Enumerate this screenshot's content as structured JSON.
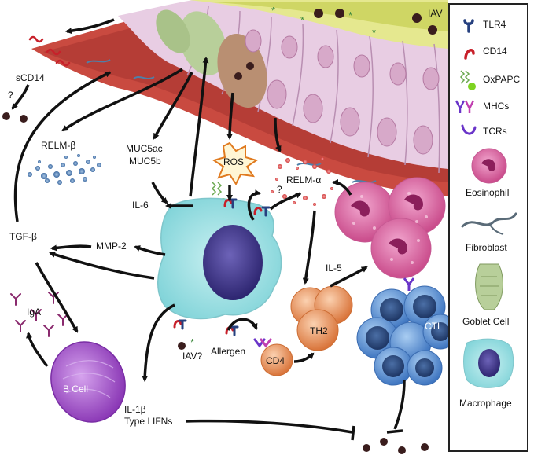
{
  "labels": {
    "iav_top": "IAV",
    "scd14": "sCD14",
    "q1": "?",
    "relm_beta": "RELM-β",
    "muc5ac": "MUC5ac",
    "muc5b": "MUC5b",
    "ros": "ROS",
    "relm_alpha": "RELM-α",
    "q2": "?",
    "il6": "IL-6",
    "tgf_beta": "TGF-β",
    "mmp2": "MMP-2",
    "il5": "IL-5",
    "iga": "IgA",
    "b_cell": "B Cell",
    "iav_q": "IAV?",
    "allergen": "Allergen",
    "cd4": "CD4",
    "th2": "TH2",
    "ctl": "CTL",
    "il1b": "IL-1β",
    "type1_ifns": "Type I IFNs"
  },
  "legend": {
    "items": [
      {
        "label": "TLR4",
        "icon": "tlr4-icon"
      },
      {
        "label": "CD14",
        "icon": "cd14-icon"
      },
      {
        "label": "OxPAPC",
        "icon": "oxpapc-icon"
      },
      {
        "label": "MHCs",
        "icon": "mhcs-icon"
      },
      {
        "label": "TCRs",
        "icon": "tcrs-icon"
      },
      {
        "label": "Eosinophil",
        "icon": "eosinophil-icon"
      },
      {
        "label": "Fibroblast",
        "icon": "fibroblast-icon"
      },
      {
        "label": "Goblet Cell",
        "icon": "goblet-cell-icon"
      },
      {
        "label": "Macrophage",
        "icon": "macrophage-icon"
      }
    ]
  },
  "colors": {
    "epithelium": "#e6c6e0",
    "goblet": "#b7cf9a",
    "vessel": "#c5463d",
    "macrophage": "#a7e2e4",
    "nucleus": "#4a3f8f",
    "eosinophil": "#d9629f",
    "th2": "#e8955c",
    "ctl": "#6ea2d9",
    "b_cell": "#a45bc9",
    "cd14": "#c8202a",
    "tlr4": "#26407f"
  }
}
